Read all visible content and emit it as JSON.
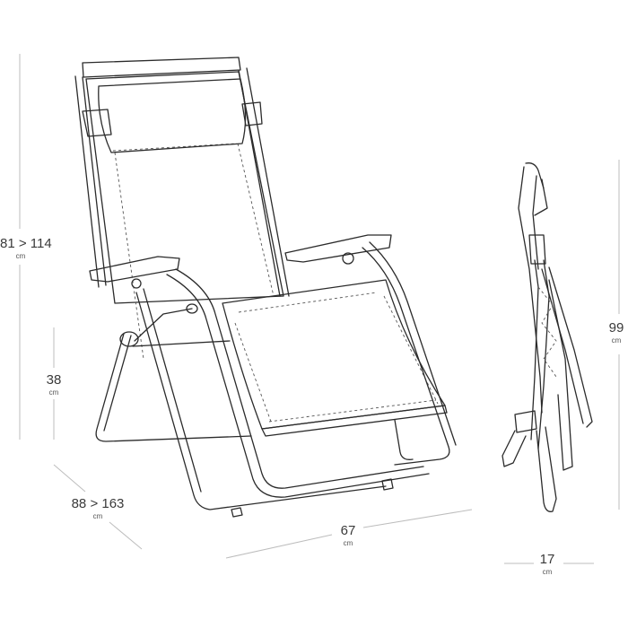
{
  "dimensions": {
    "height_range": {
      "value": "81 > 114",
      "unit": "cm"
    },
    "seat_height": {
      "value": "38",
      "unit": "cm"
    },
    "depth_range": {
      "value": "88 > 163",
      "unit": "cm"
    },
    "width": {
      "value": "67",
      "unit": "cm"
    },
    "folded_height": {
      "value": "99",
      "unit": "cm"
    },
    "folded_thickness": {
      "value": "17",
      "unit": "cm"
    }
  }
}
